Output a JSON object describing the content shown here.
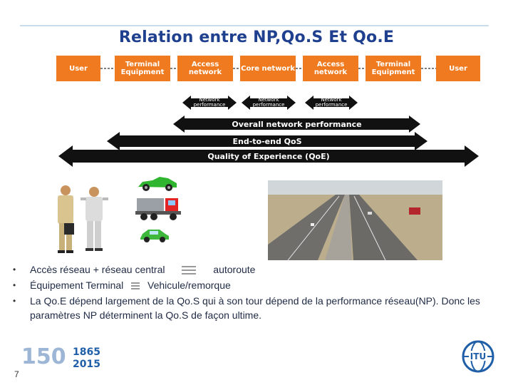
{
  "slide": {
    "title": "Relation entre NP,Qo.S Et Qo.E",
    "page_number": "7"
  },
  "diagram": {
    "boxes": [
      {
        "label": "User"
      },
      {
        "label": "Terminal Equipment"
      },
      {
        "label": "Access network"
      },
      {
        "label": "Core network"
      },
      {
        "label": "Access network"
      },
      {
        "label": "Terminal Equipment"
      },
      {
        "label": "User"
      }
    ],
    "small_arrows": [
      {
        "label": "Network performance"
      },
      {
        "label": "Network performance"
      },
      {
        "label": "Network performance"
      }
    ],
    "overall_arrow": "Overall network performance",
    "e2e_arrow": "End-to-end QoS",
    "qoe_arrow": "Quality of Experience (QoE)"
  },
  "bullets": [
    {
      "text_before": "Accès réseau + réseau central",
      "text_after": "autoroute"
    },
    {
      "text_before": "Équipement Terminal",
      "text_after": "Vehicule/remorque"
    },
    {
      "text": "La Qo.E dépend largement de la  Qo.S  qui à son tour dépend de la performance réseau(NP). Donc les paramètres NP déterminent la Qo.S de façon ultime."
    }
  ],
  "footer": {
    "anniversary_number": "150",
    "year_start": "1865",
    "year_end": "2015",
    "itu_text": "ITU"
  },
  "colors": {
    "title": "#1f3f8f",
    "box_orange": "#f07a1f",
    "arrow_dark": "#111111",
    "footer_blue": "#1f5fa8"
  },
  "icons": [
    "people-photo-icon",
    "green-sports-car-icon",
    "dump-truck-icon",
    "green-compact-car-icon",
    "highway-photo-icon",
    "itu-globe-logo-icon"
  ]
}
